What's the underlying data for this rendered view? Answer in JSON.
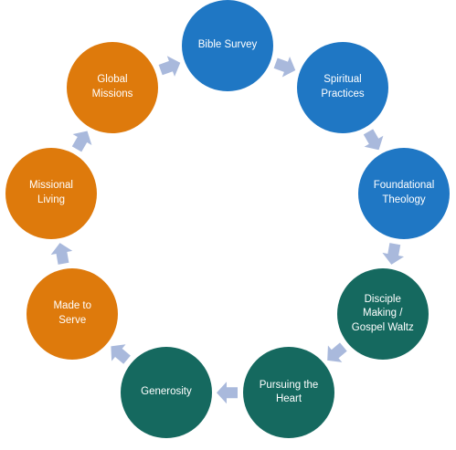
{
  "diagram": {
    "colors": {
      "blue": "#1f77c4",
      "orange": "#de7a0c",
      "teal": "#15695f",
      "arrow": "#a9b9dc"
    },
    "nodes": [
      {
        "id": "bible-survey",
        "label": "Bible Survey",
        "color": "blue"
      },
      {
        "id": "spiritual-practices",
        "label": "Spiritual\nPractices",
        "color": "blue"
      },
      {
        "id": "foundational-theology",
        "label": "Foundational\nTheology",
        "color": "blue"
      },
      {
        "id": "disciple-making",
        "label": "Disciple\nMaking /\nGospel Waltz",
        "color": "teal"
      },
      {
        "id": "pursuing-the-heart",
        "label": "Pursuing the\nHeart",
        "color": "teal"
      },
      {
        "id": "generosity",
        "label": "Generosity",
        "color": "teal"
      },
      {
        "id": "made-to-serve",
        "label": "Made to\nServe",
        "color": "orange"
      },
      {
        "id": "missional-living",
        "label": "Missional\nLiving",
        "color": "orange"
      },
      {
        "id": "global-missions",
        "label": "Global\nMissions",
        "color": "orange"
      }
    ]
  }
}
